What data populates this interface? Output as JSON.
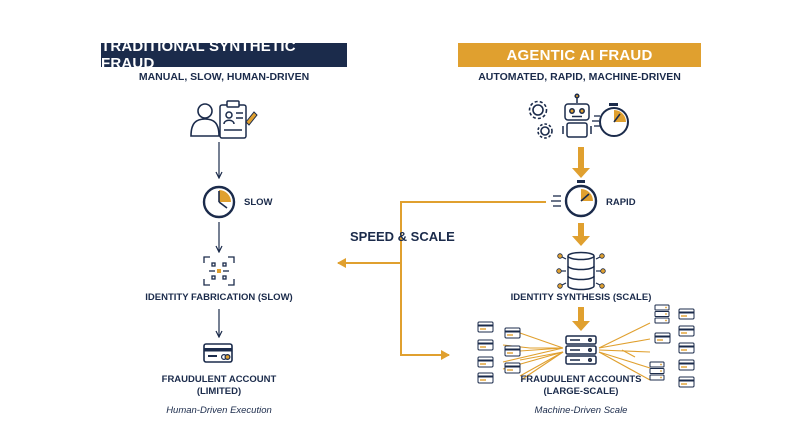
{
  "traditional": {
    "title": "TRADITIONAL SYNTHETIC FRAUD",
    "subtitle": "MANUAL, SLOW, HUMAN-DRIVEN",
    "speed_label": "SLOW",
    "fabrication_label": "IDENTITY FABRICATION (SLOW)",
    "account_label_line1": "FRAUDULENT ACCOUNT",
    "account_label_line2": "(LIMITED)",
    "caption": "Human-Driven Execution"
  },
  "agentic": {
    "title": "AGENTIC AI FRAUD",
    "subtitle": "AUTOMATED, RAPID, MACHINE-DRIVEN",
    "speed_label": "RAPID",
    "synthesis_label": "IDENTITY SYNTHESIS (SCALE)",
    "accounts_label_line1": "FRAUDULENT ACCOUNTS",
    "accounts_label_line2": "(LARGE-SCALE)",
    "caption": "Machine-Driven Scale"
  },
  "comparison_label": "SPEED & SCALE",
  "colors": {
    "navy": "#1b2b4b",
    "gold": "#e0a02f",
    "white": "#ffffff"
  },
  "icons": [
    "person-icon",
    "id-document-icon",
    "slow-clock-icon",
    "identity-scan-icon",
    "credit-card-icon",
    "gears-icon",
    "robot-icon",
    "stopwatch-icon",
    "database-network-icon",
    "server-icon",
    "account-card-icon"
  ]
}
